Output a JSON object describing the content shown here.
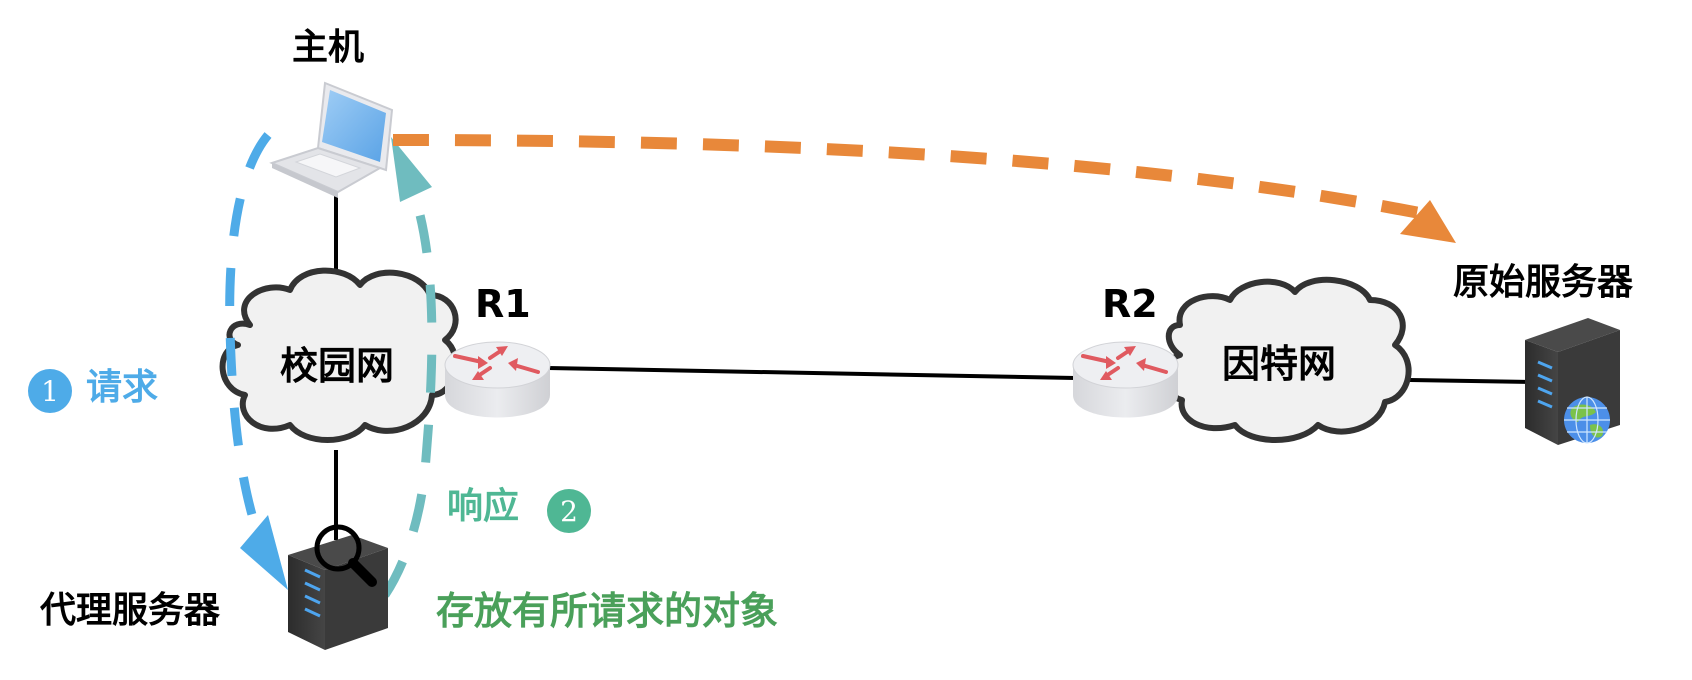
{
  "nodes": {
    "host": {
      "label": "主机"
    },
    "campus_network": {
      "label": "校园网"
    },
    "router1": {
      "label": "R1"
    },
    "router2": {
      "label": "R2"
    },
    "internet": {
      "label": "因特网"
    },
    "origin_server": {
      "label": "原始服务器"
    },
    "proxy_server": {
      "label": "代理服务器"
    }
  },
  "annotations": {
    "request": {
      "number": "1",
      "label": "请求"
    },
    "response": {
      "number": "2",
      "label": "响应"
    },
    "cached_note": "存放有所请求的对象"
  },
  "colors": {
    "request": "#4eabe8",
    "response": "#6fbcbf",
    "response_text": "#4fb794",
    "direct_path": "#e8883a",
    "cached_note": "#4aa05a",
    "router_arrows": "#e05a60",
    "cloud_fill": "#f1f1f1",
    "cloud_stroke": "#333333"
  }
}
